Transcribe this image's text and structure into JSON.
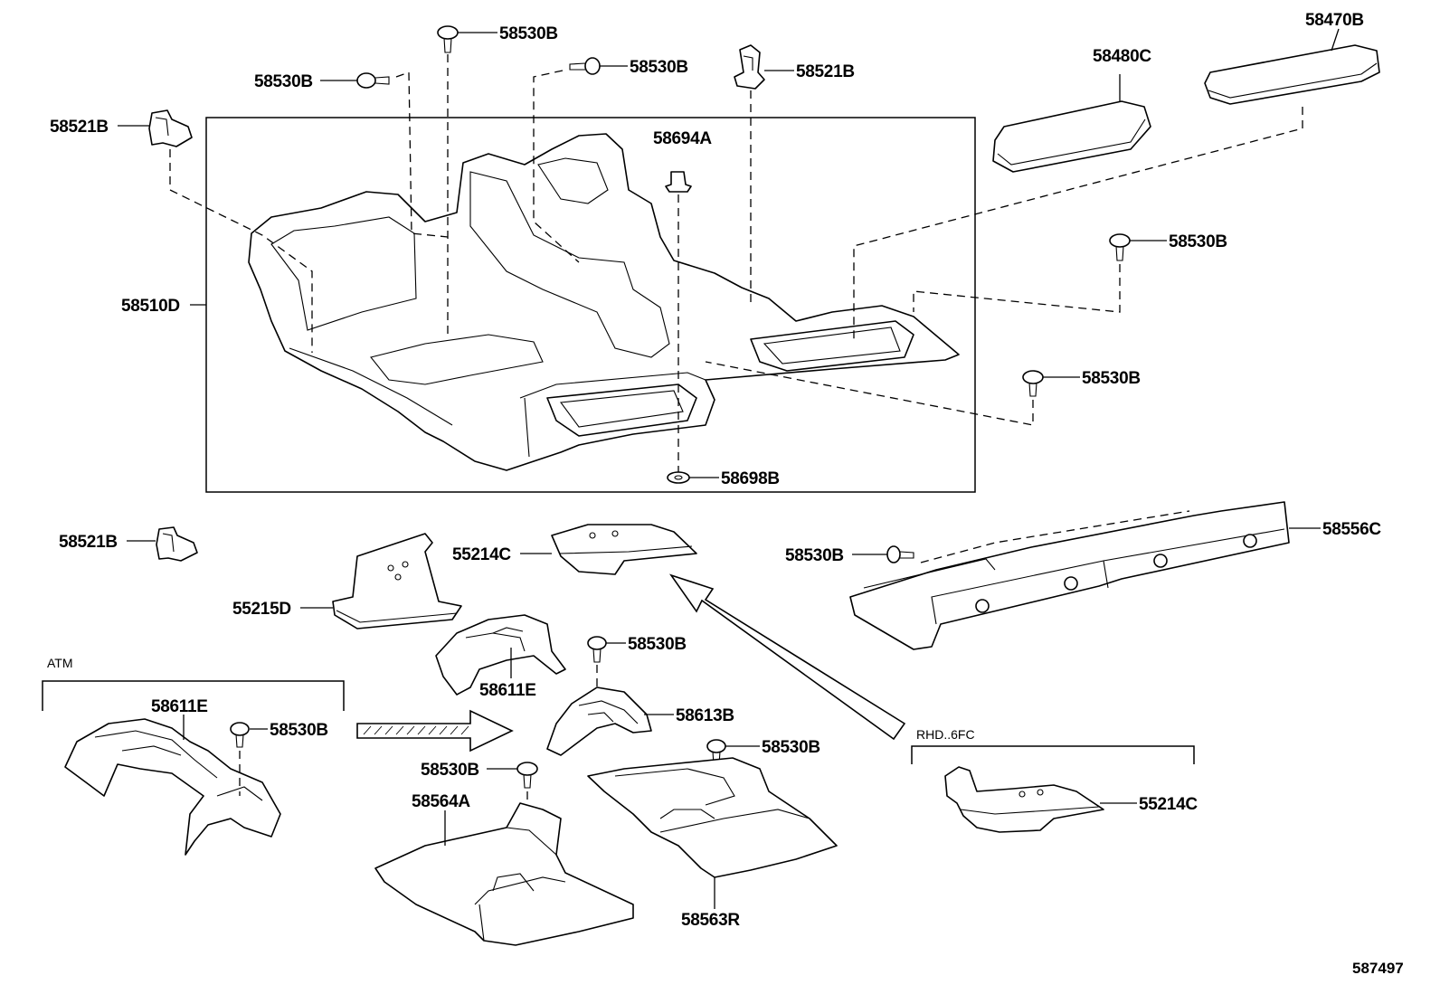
{
  "diagram_id": "587497",
  "group_labels": {
    "atm": "ATM",
    "rhd": "RHD..6FC"
  },
  "callouts": {
    "c01": "58530B",
    "c02": "58530B",
    "c03": "58530B",
    "c04": "58521B",
    "c05": "58480C",
    "c06": "58470B",
    "c07": "58521B",
    "c08": "58694A",
    "c09": "58510D",
    "c10": "58530B",
    "c11": "58530B",
    "c12": "58698B",
    "c13": "58521B",
    "c14": "55214C",
    "c15": "58530B",
    "c16": "58556C",
    "c17": "55215D",
    "c18": "58530B",
    "c19": "58611E",
    "c20": "58611E",
    "c21": "58530B",
    "c22": "58613B",
    "c23": "58530B",
    "c24": "58530B",
    "c25": "58564A",
    "c26": "58563R",
    "c27": "55214C"
  }
}
